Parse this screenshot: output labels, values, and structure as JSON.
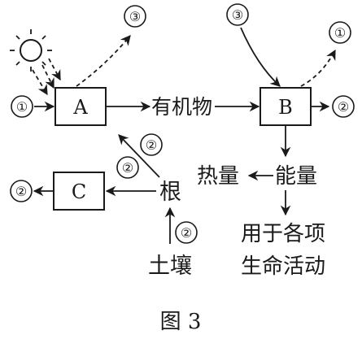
{
  "diagram": {
    "boxes": {
      "a": "A",
      "b": "B",
      "c": "C"
    },
    "markers": {
      "one": "①",
      "two": "②",
      "three": "③"
    },
    "labels": {
      "organic_matter": "有机物",
      "energy": "能量",
      "heat": "热量",
      "life_activities_line1": "用于各项",
      "life_activities_line2": "生命活动",
      "root": "根",
      "soil": "土壤"
    },
    "caption": "图 3"
  }
}
